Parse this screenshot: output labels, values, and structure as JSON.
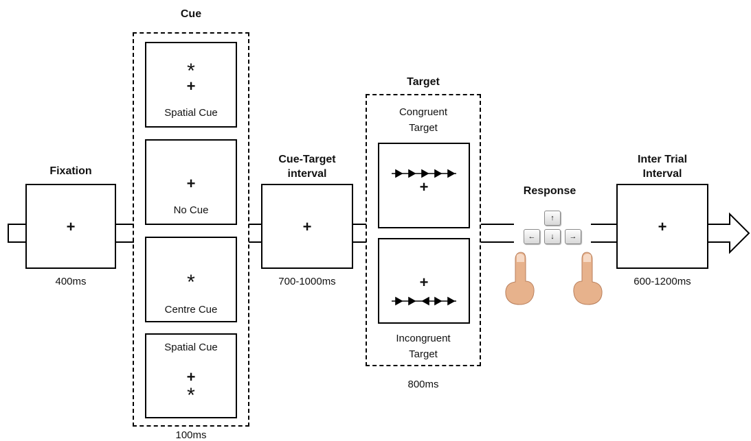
{
  "stages": {
    "fixation": {
      "title": "Fixation",
      "duration": "400ms",
      "symbol": "+"
    },
    "cue": {
      "title": "Cue",
      "duration": "100ms",
      "panels": [
        {
          "label": "Spatial Cue",
          "cross": "+",
          "star": "*"
        },
        {
          "label": "No Cue",
          "cross": "+"
        },
        {
          "label": "Centre Cue",
          "star": "*"
        },
        {
          "label": "Spatial Cue",
          "cross": "+",
          "star": "*"
        }
      ]
    },
    "cue_target_interval": {
      "title_line1": "Cue-Target",
      "title_line2": "interval",
      "duration": "700-1000ms",
      "symbol": "+"
    },
    "target": {
      "title": "Target",
      "duration": "800ms",
      "congruent_line1": "Congruent",
      "congruent_line2": "Target",
      "incongruent_line1": "Incongruent",
      "incongruent_line2": "Target",
      "cross": "+"
    },
    "response": {
      "title": "Response",
      "keys": {
        "up": "↑",
        "left": "←",
        "down": "↓",
        "right": "→"
      }
    },
    "inter_trial_interval": {
      "title_line1": "Inter Trial",
      "title_line2": "Interval",
      "duration": "600-1200ms",
      "symbol": "+"
    }
  },
  "colors": {
    "line": "#000000",
    "background": "#ffffff",
    "skin": "#e9b48f",
    "key_face": "#eeeeee"
  },
  "icons": [
    "finger-left-icon",
    "finger-right-icon",
    "keyboard-arrow-keys-icon",
    "flow-arrow-icon"
  ]
}
